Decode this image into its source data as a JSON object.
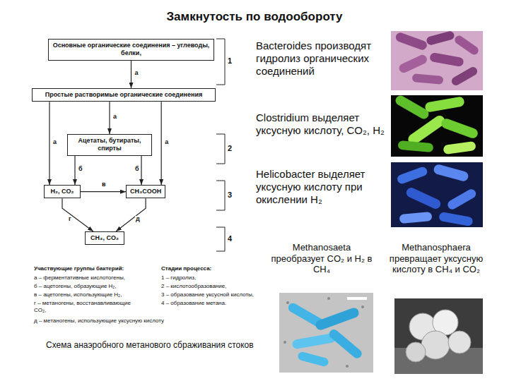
{
  "diagram": {
    "title": "Замкнутость по водообороту",
    "caption": "Схема анаэробного метанового сбраживания стоков",
    "nodes": [
      {
        "text": [
          "Основные органические соединения – углеводы, белки,"
        ]
      },
      {
        "text": [
          "Простые растворимые органические соединения"
        ]
      },
      {
        "text": [
          "Ацетаты, бутираты, спирты"
        ]
      },
      {
        "text": [
          "H₂, CO₂"
        ]
      },
      {
        "text": [
          "CH₃COOH"
        ]
      },
      {
        "text": [
          "CH₄, CO₂"
        ]
      }
    ],
    "edges": [
      {
        "from": 0,
        "to": 1,
        "label": "а",
        "arrow": "to"
      },
      {
        "from": 1,
        "to": 2,
        "label": "а",
        "arrow": "to"
      },
      {
        "from": 1,
        "to": 3,
        "label": "а",
        "arrow": "to"
      },
      {
        "from": 1,
        "to": 4,
        "label": "а",
        "arrow": "to"
      },
      {
        "from": 2,
        "to": 3,
        "label": "б",
        "arrow": "to"
      },
      {
        "from": 2,
        "to": 4,
        "label": "б",
        "arrow": "to"
      },
      {
        "from": 3,
        "to": 4,
        "label": "в",
        "arrow": "to"
      },
      {
        "from": 3,
        "to": 5,
        "label": "г",
        "arrow": "to"
      },
      {
        "from": 4,
        "to": 5,
        "label": "д",
        "arrow": "to"
      }
    ],
    "labels": [
      "Bacteroides производят гидролиз органических соединений",
      "Clostridium выделяет уксусную кислоту, CO₂, H₂",
      "Helicobacter выделяет уксусную кислоту при окислении H₂",
      "Methanosaeta преобразует CO₂ и H₂ в CH₄",
      "Methanosphaera превращает уксусную кислоту в CH₄ и CO₂",
      "1",
      "2",
      "3",
      "4",
      "Участвующие группы бактерий:",
      "а – ферментативные кислотогены,",
      "б – ацетогены, образующие H₂,",
      "в – ацетогены, использующие H₂,",
      "г – метаногены, восстанавливающие CO₂,",
      "д – метаногены, использующие уксусную кислоту",
      "Стадии процесса:",
      "1 – гидролиз,",
      "2 – кислотообразование,",
      "3 – образование уксусной кислоты,",
      "4 – образование метана."
    ]
  }
}
